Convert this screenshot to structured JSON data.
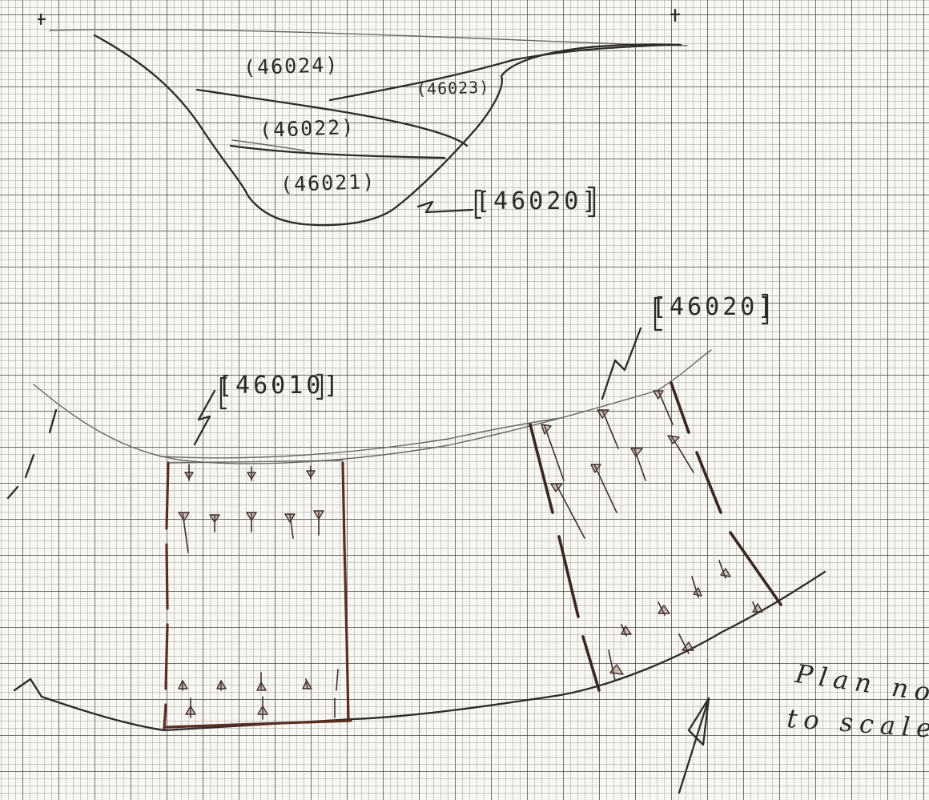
{
  "cross_section": {
    "unit_labels": [
      {
        "id": "unit-46024",
        "text": "(46024)"
      },
      {
        "id": "unit-46023",
        "text": "(46023)"
      },
      {
        "id": "unit-46022",
        "text": "(46022)"
      },
      {
        "id": "unit-46021",
        "text": "(46021)"
      }
    ],
    "contact_label": "[46020]"
  },
  "plan": {
    "contact_labels": {
      "left_section": "[46010]",
      "right_section": "[46020]"
    },
    "note_line1": "Plan not",
    "note_line2": "to scale"
  },
  "colors": {
    "ink": "#2e2b29",
    "section_wall": "#5b2e25",
    "paper": "#f8f7f2"
  }
}
